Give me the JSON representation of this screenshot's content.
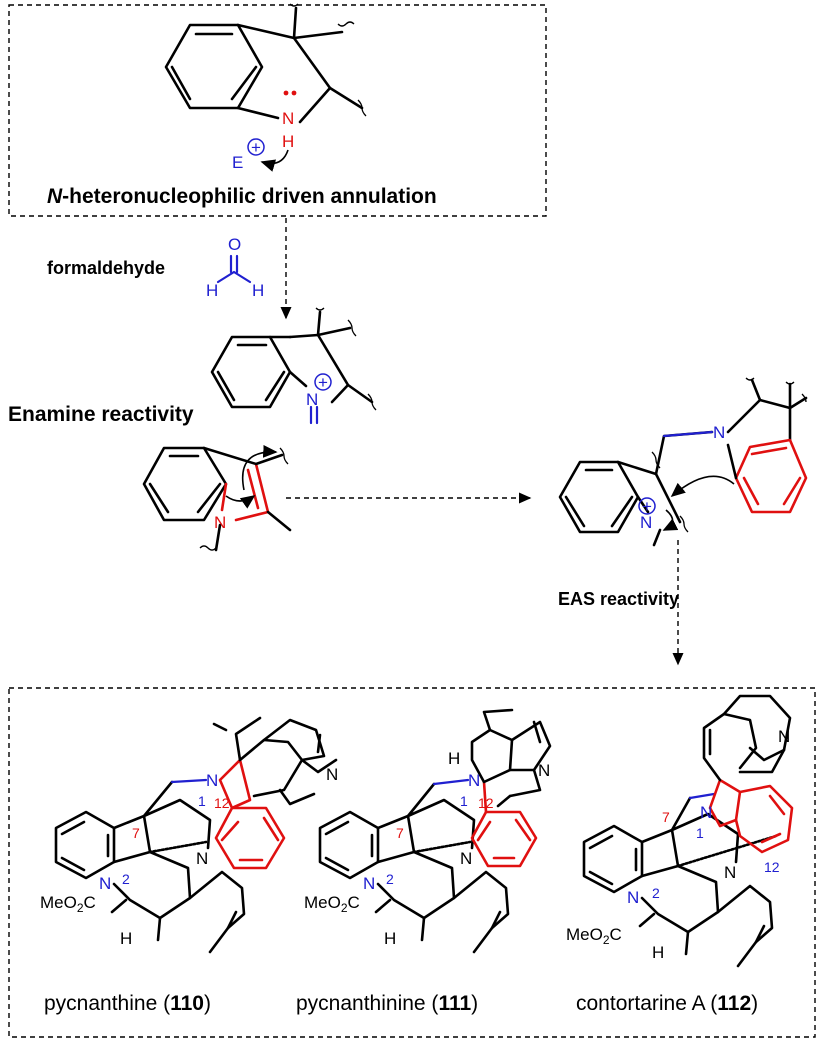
{
  "top_box": {
    "title_prefix": "N",
    "title_rest": "-heteronucleophilic driven annulation",
    "atom_n": "N",
    "atom_h": "H",
    "electrophile": "E",
    "charge": "+"
  },
  "reagent": {
    "label": "formaldehyde",
    "o": "O",
    "h_left": "H",
    "h_right": "H"
  },
  "enamine": {
    "label": "Enamine reactivity",
    "iminium_n": "N",
    "charge": "+",
    "indole_n": "N"
  },
  "eas": {
    "label": "EAS reactivity",
    "n_top": "N",
    "n_iminium": "N",
    "charge": "+"
  },
  "products": [
    {
      "name": "pycnanthine (",
      "number": "110",
      "close": ")",
      "meo": "MeO",
      "sub": "2",
      "c": "C",
      "h": "H",
      "n_a": "N",
      "n_b": "N",
      "n_c": "N",
      "n_d": "N",
      "pos7": "7",
      "pos1": "1",
      "pos12": "12",
      "pos2": "2"
    },
    {
      "name": "pycnanthinine (",
      "number": "111",
      "close": ")",
      "meo": "MeO",
      "sub": "2",
      "c": "C",
      "h": "H",
      "h2": "H",
      "n_a": "N",
      "n_b": "N",
      "n_c": "N",
      "n_d": "N",
      "pos7": "7",
      "pos1": "1",
      "pos12": "12",
      "pos2": "2"
    },
    {
      "name": "contortarine A (",
      "number": "112",
      "close": ")",
      "meo": "MeO",
      "sub": "2",
      "c": "C",
      "h": "H",
      "n_a": "N",
      "n_b": "N",
      "n_c": "N",
      "n_d": "N",
      "pos7": "7",
      "pos1": "1",
      "pos12": "12",
      "pos2": "2"
    }
  ]
}
